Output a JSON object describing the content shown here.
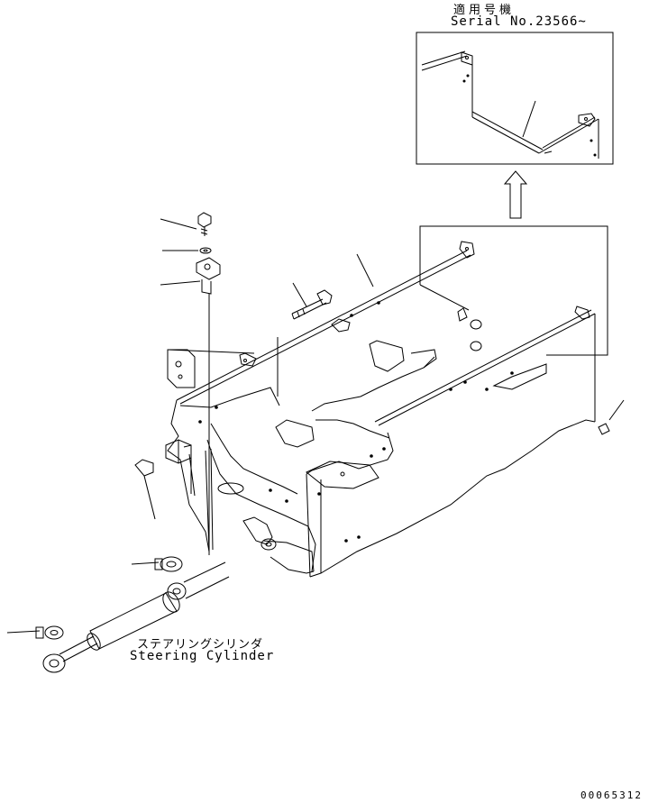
{
  "applicability": {
    "label_jp": "適用号機",
    "serial": "Serial No.23566~"
  },
  "steering_cylinder": {
    "label_jp": "ステアリングシリンダ",
    "label_en": "Steering Cylinder"
  },
  "drawing_number": "00065312",
  "colors": {
    "line": "#000000",
    "background": "#ffffff"
  }
}
